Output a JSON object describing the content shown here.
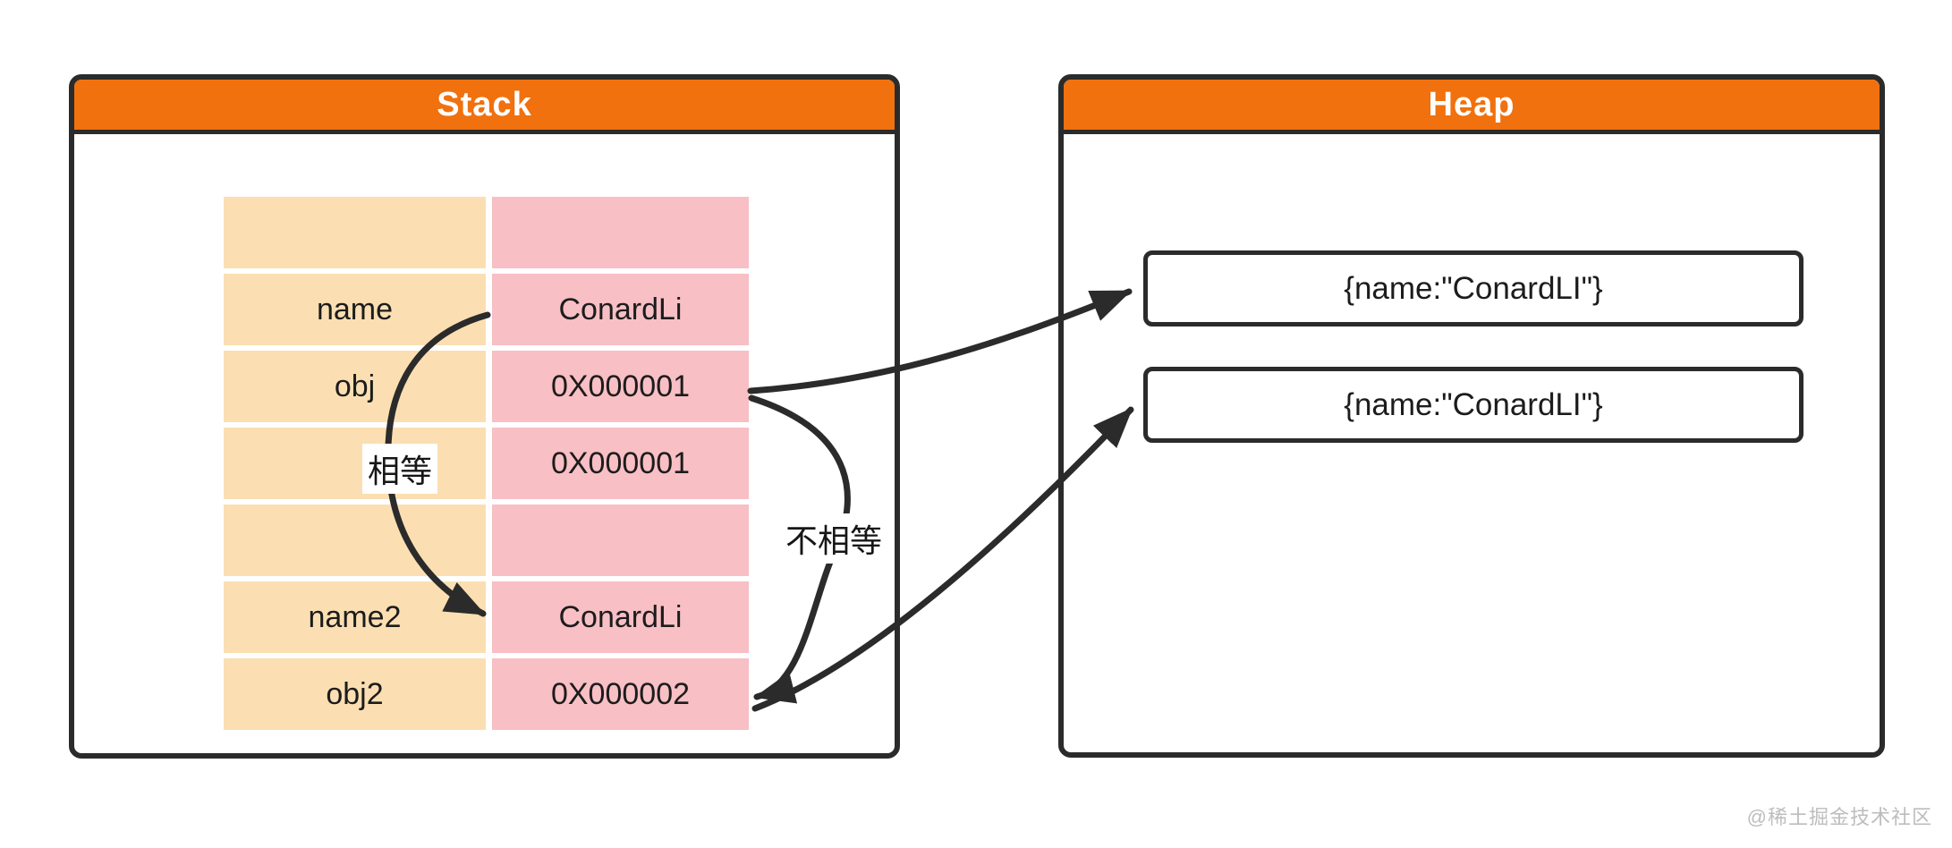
{
  "watermark": "@稀土掘金技术社区",
  "colors": {
    "header_orange": "#F0710E",
    "cell_orange": "#FBDFB2",
    "cell_pink": "#F8BFC5",
    "border_dark": "#2B2B2B",
    "arrow_black": "#2B2B2B",
    "watermark_gray": "#BDBDBD"
  },
  "stack": {
    "title": "Stack",
    "rows": [
      {
        "key": "",
        "value": ""
      },
      {
        "key": "name",
        "value": "ConardLi"
      },
      {
        "key": "obj",
        "value": "0X000001"
      },
      {
        "key": "",
        "value": "0X000001"
      },
      {
        "key": "",
        "value": ""
      },
      {
        "key": "name2",
        "value": "ConardLi"
      },
      {
        "key": "obj2",
        "value": "0X000002"
      }
    ]
  },
  "heap": {
    "title": "Heap",
    "objects": [
      {
        "text": "{name:\"ConardLI\"}"
      },
      {
        "text": "{name:\"ConardLI\"}"
      }
    ]
  },
  "annotations": {
    "equal": "相等",
    "not_equal": "不相等"
  }
}
